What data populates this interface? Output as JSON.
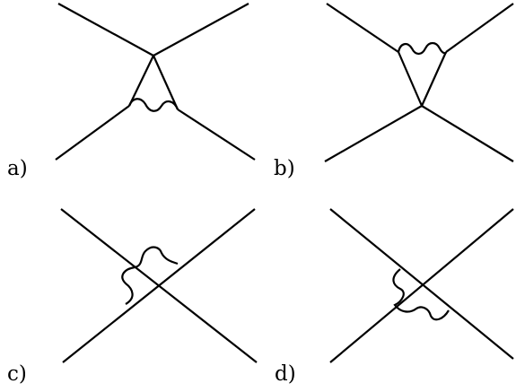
{
  "diagrams": [
    {
      "id": "a",
      "label": "a)"
    },
    {
      "id": "b",
      "label": "b)"
    },
    {
      "id": "c",
      "label": "c)"
    },
    {
      "id": "d",
      "label": "d)"
    }
  ],
  "colors": {
    "stroke": "#000000",
    "background": "#ffffff"
  }
}
